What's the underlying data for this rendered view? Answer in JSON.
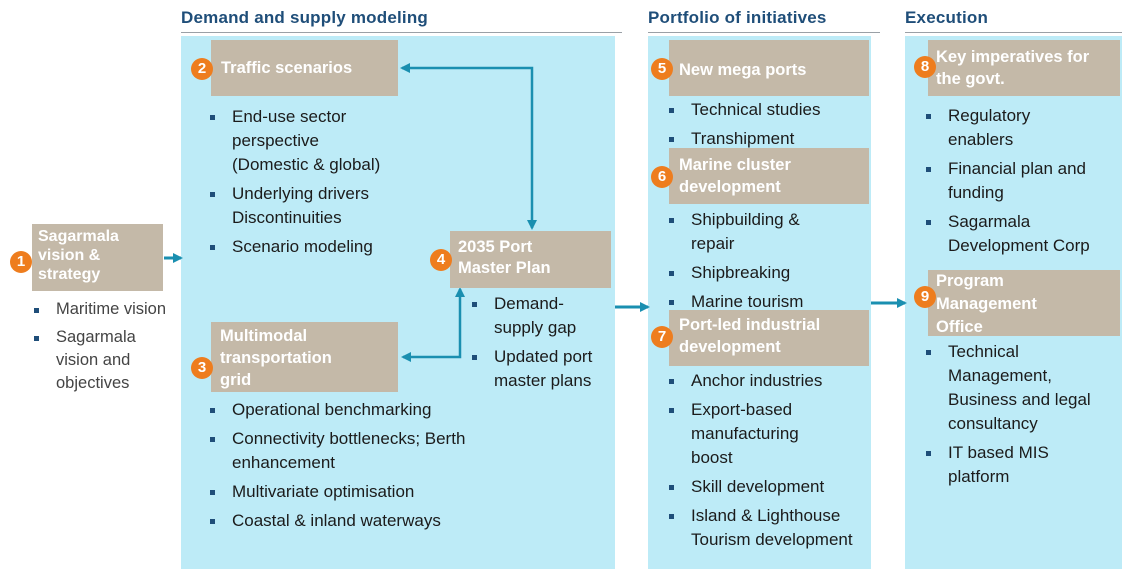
{
  "headers": {
    "demand": "Demand and supply modeling",
    "portfolio": "Portfolio of initiatives",
    "execution": "Execution"
  },
  "steps": [
    {
      "num": "1",
      "title": "Sagarmala vision & strategy",
      "bullets": [
        "Maritime vision",
        "Sagarmala vision and objectives"
      ]
    },
    {
      "num": "2",
      "title": "Traffic scenarios",
      "bullets": [
        "End-use sector perspective (Domestic & global)",
        "Underlying drivers Discontinuities",
        "Scenario modeling"
      ]
    },
    {
      "num": "3",
      "title": "Multimodal transportation grid",
      "bullets": [
        "Operational benchmarking",
        "Connectivity bottlenecks; Berth enhancement",
        "Multivariate optimisation",
        "Coastal & inland waterways"
      ]
    },
    {
      "num": "4",
      "title": "2035 Port Master Plan",
      "bullets": [
        "Demand-supply gap",
        "Updated port master plans"
      ]
    },
    {
      "num": "5",
      "title": "New mega ports",
      "bullets": [
        "Technical studies",
        "Transhipment"
      ]
    },
    {
      "num": "6",
      "title": "Marine cluster development",
      "bullets": [
        "Shipbuilding & repair",
        "Shipbreaking",
        "Marine tourism"
      ]
    },
    {
      "num": "7",
      "title": "Port-led industrial development",
      "bullets": [
        "Anchor industries",
        "Export-based manufacturing boost",
        "Skill development",
        "Island & Lighthouse Tourism development"
      ]
    },
    {
      "num": "8",
      "title": "Key imperatives for the govt.",
      "bullets": [
        "Regulatory enablers",
        "Financial plan and funding",
        "Sagarmala Development Corp"
      ]
    },
    {
      "num": "9",
      "title": "Program Management Office",
      "bullets": [
        "Technical Management, Business and legal consultancy",
        "IT based MIS platform"
      ]
    }
  ],
  "colors": {
    "panel": "#bdebf7",
    "title_box": "#c4b9a8",
    "number_badge": "#ee7d1e",
    "arrow": "#1a8fb0",
    "header_text": "#1f4e79"
  }
}
